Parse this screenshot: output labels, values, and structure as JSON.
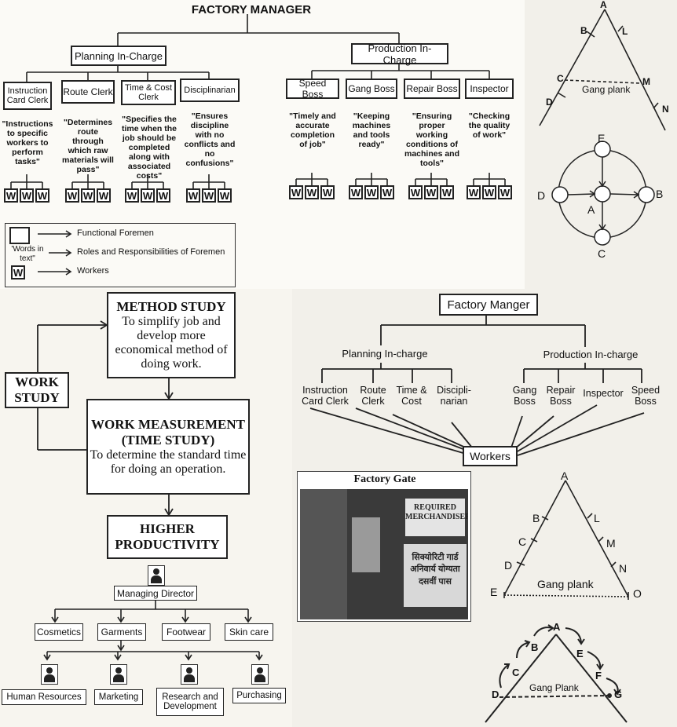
{
  "fm1": {
    "title": "FACTORY MANAGER",
    "planning": "Planning In-Charge",
    "production": "Production In-Charge",
    "p_roles": [
      {
        "name": "Instruction Card Clerk",
        "desc": "\"Instructions to specific workers to perform tasks\""
      },
      {
        "name": "Route Clerk",
        "desc": "\"Determines route through which raw materials will pass\""
      },
      {
        "name": "Time & Cost Clerk",
        "desc": "\"Specifies the time when the job should be completed along with associated costs\""
      },
      {
        "name": "Disciplinarian",
        "desc": "\"Ensures discipline with no conflicts and no confusions\""
      }
    ],
    "r_roles": [
      {
        "name": "Speed Boss",
        "desc": "\"Timely and accurate completion of job\""
      },
      {
        "name": "Gang Boss",
        "desc": "\"Keeping machines and tools ready\""
      },
      {
        "name": "Repair Boss",
        "desc": "\"Ensuring proper working conditions of machines and tools\""
      },
      {
        "name": "Inspector",
        "desc": "\"Checking the quality of work\""
      }
    ],
    "w": "W",
    "legend": {
      "l1": "Functional Foremen",
      "l2_key": "'Words in text\"",
      "l2": "Roles and Responsibilities of Foremen",
      "l3_key": "W",
      "l3": "Workers"
    }
  },
  "tri1": {
    "a": "A",
    "b": "B",
    "l": "L",
    "c": "C",
    "m": "M",
    "d": "D",
    "n": "N",
    "plank": "Gang plank"
  },
  "net": {
    "e": "E",
    "d": "D",
    "a": "A",
    "b": "B",
    "c": "C"
  },
  "ws": {
    "work_study": "WORK STUDY",
    "method_title": "METHOD STUDY",
    "method_body": "To simplify job and develop more economical method of doing work.",
    "measure_title": "WORK MEASUREMENT (TIME STUDY)",
    "measure_body": "To determine the standard time for doing an operation.",
    "higher": "HIGHER PRODUCTIVITY"
  },
  "fm2": {
    "title": "Factory Manger",
    "planning": "Planning In-charge",
    "production": "Production In-charge",
    "roles": [
      "Instruction Card Clerk",
      "Route Clerk",
      "Time & Cost",
      "Discipli-narian",
      "Gang Boss",
      "Repair Boss",
      "Inspector",
      "Speed Boss"
    ],
    "workers": "Workers"
  },
  "gate": {
    "title": "Factory Gate",
    "sign1": "REQUIRED MERCHANDISER",
    "sign2": "सिक्योरिटी गार्ड अनिवार्य योग्यता दसवीं पास"
  },
  "md": {
    "root": "Managing Director",
    "divisions": [
      "Cosmetics",
      "Garments",
      "Footwear",
      "Skin care"
    ],
    "functions": [
      "Human Resources",
      "Marketing",
      "Research and Development",
      "Purchasing"
    ]
  },
  "tri2": {
    "a": "A",
    "b": "B",
    "l": "L",
    "c": "C",
    "m": "M",
    "d": "D",
    "n": "N",
    "e": "E",
    "o": "O",
    "plank": "Gang plank"
  },
  "tri3": {
    "a": "A",
    "b": "B",
    "c": "C",
    "d": "D",
    "e": "E",
    "f": "F",
    "g": "G",
    "plank": "Gang Plank"
  }
}
